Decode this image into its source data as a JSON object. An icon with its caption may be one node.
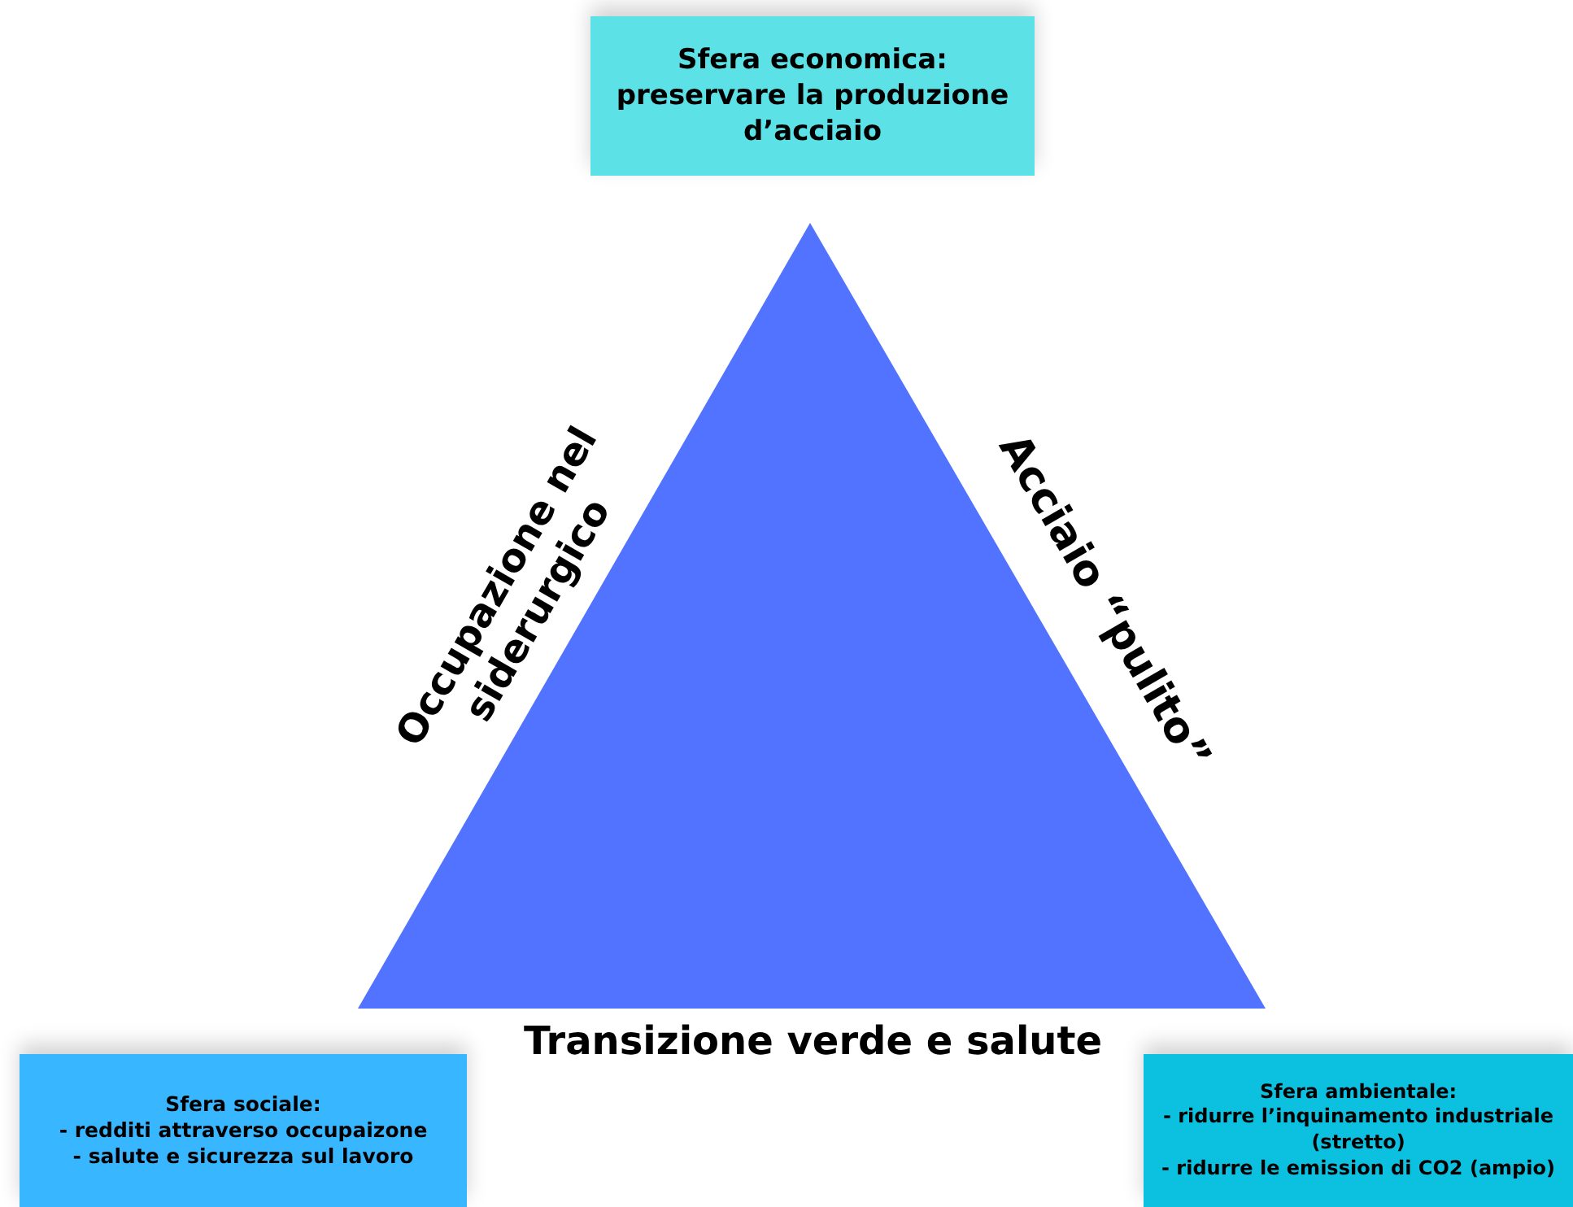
{
  "diagram": {
    "nodes": [
      {
        "text": [
          "Sfera economica:",
          "preservare la produzione d’acciaio"
        ]
      },
      {
        "text": [
          "Sfera sociale:",
          "- redditi attraverso occupaizone",
          "- salute e sicurezza sul lavoro"
        ]
      },
      {
        "text": [
          "Sfera ambientale:",
          "- ridurre l’inquinamento industriale (stretto)",
          "- ridurre le emission di CO2 (ampio)"
        ]
      }
    ],
    "labels": [
      "Occupazione nel siderurgico",
      "Acciaio “pulito”",
      "Transizione verde e salute"
    ]
  }
}
